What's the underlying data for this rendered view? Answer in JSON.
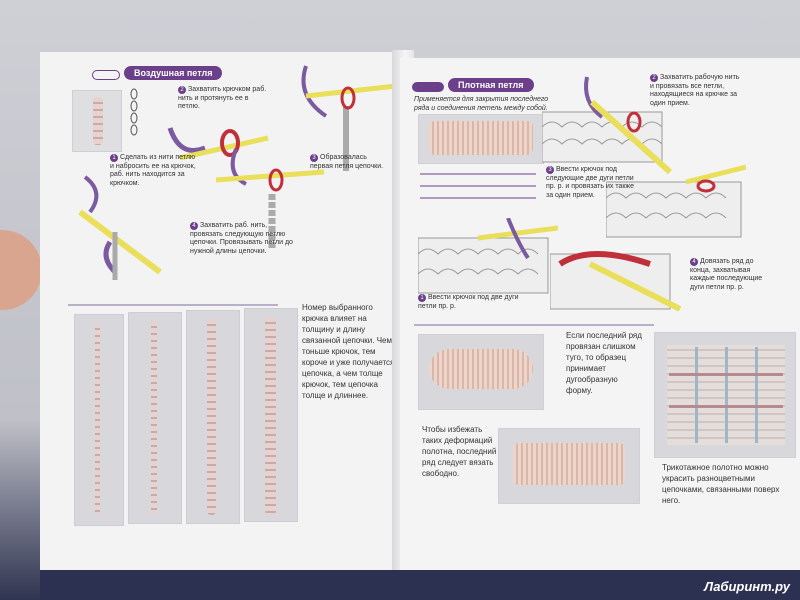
{
  "left": {
    "title": "Воздушная петля",
    "step1": "Сделать из нити петлю и набросить ее на крючок, раб. нить находится за крючком.",
    "step2": "Захватить крючком раб. нить и протянуть ее в петлю.",
    "step3": "Образовалась первая петля цепочки.",
    "step4": "Захватить раб. нить, провязать следующую петлю цепочки. Провязывать петли до нужной длины цепочки.",
    "note": "Номер выбранного крючка влияет на толщину и длину связанной цепочки. Чем тоньше крючок, тем короче и уже получается цепочка, а чем толще крючок, тем цепочка толще и длиннее."
  },
  "right": {
    "title": "Плотная петля",
    "intro": "Применяется для закрытия последнего ряда и соединения петель между собой.",
    "step1": "Ввести крючок под две дуги петли пр. р.",
    "step2": "Захватить рабочую нить и провязать все петли, находящиеся на крючке за один прием.",
    "step3": "Ввести крючок под следующие две дуги петли пр. р. и провязать их также за один прием.",
    "step4": "Довязать ряд до конца, захватывая каждые последующие дуги петли пр. р.",
    "note_tight": "Если последний ряд провязан слишком туго, то образец принимает дугообразную форму.",
    "note_free": "Чтобы избежать таких деформаций полотна, последний ряд следует вязать свободно.",
    "note_knit": "Трикотажное полотно можно украсить разноцветными цепочками, связанными поверх него."
  },
  "steps": {
    "s1": "1",
    "s2": "2",
    "s3": "3",
    "s4": "4"
  },
  "watermark": "Лабиринт.ру",
  "colors": {
    "accent": "#6b3f8a",
    "yarn": "#7c5aa0",
    "hook": "#e9df5a",
    "loop": "#c0303a"
  }
}
